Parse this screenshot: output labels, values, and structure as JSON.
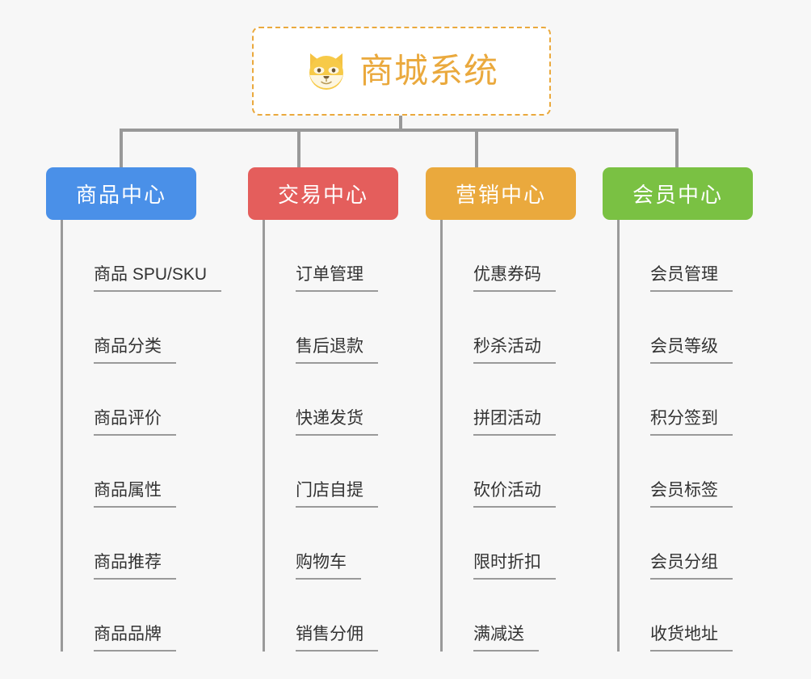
{
  "page": {
    "background_color": "#f7f7f7",
    "connector_color": "#999999"
  },
  "root": {
    "title": "商城系统",
    "icon": "shiba-dog-face-icon",
    "border_color": "#eaa93d",
    "text_color": "#eaa93d",
    "background_color": "#ffffff"
  },
  "columns": [
    {
      "id": "product-center",
      "header": "商品中心",
      "color": "#4a90e8",
      "items": [
        "商品 SPU/SKU",
        "商品分类",
        "商品评价",
        "商品属性",
        "商品推荐",
        "商品品牌"
      ]
    },
    {
      "id": "trade-center",
      "header": "交易中心",
      "color": "#e45e5c",
      "items": [
        "订单管理",
        "售后退款",
        "快递发货",
        "门店自提",
        "购物车",
        "销售分佣"
      ]
    },
    {
      "id": "marketing-center",
      "header": "营销中心",
      "color": "#eaa93d",
      "items": [
        "优惠券码",
        "秒杀活动",
        "拼团活动",
        "砍价活动",
        "限时折扣",
        "满减送"
      ]
    },
    {
      "id": "member-center",
      "header": "会员中心",
      "color": "#7ac143",
      "items": [
        "会员管理",
        "会员等级",
        "积分签到",
        "会员标签",
        "会员分组",
        "收货地址"
      ]
    }
  ],
  "chart_data": {
    "type": "table",
    "title": "商城系统",
    "categories": [
      "商品中心",
      "交易中心",
      "营销中心",
      "会员中心"
    ],
    "series": [
      {
        "name": "商品中心",
        "values": [
          "商品 SPU/SKU",
          "商品分类",
          "商品评价",
          "商品属性",
          "商品推荐",
          "商品品牌"
        ]
      },
      {
        "name": "交易中心",
        "values": [
          "订单管理",
          "售后退款",
          "快递发货",
          "门店自提",
          "购物车",
          "销售分佣"
        ]
      },
      {
        "name": "营销中心",
        "values": [
          "优惠券码",
          "秒杀活动",
          "拼团活动",
          "砍价活动",
          "限时折扣",
          "满减送"
        ]
      },
      {
        "name": "会员中心",
        "values": [
          "会员管理",
          "会员等级",
          "积分签到",
          "会员标签",
          "会员分组",
          "收货地址"
        ]
      }
    ]
  }
}
